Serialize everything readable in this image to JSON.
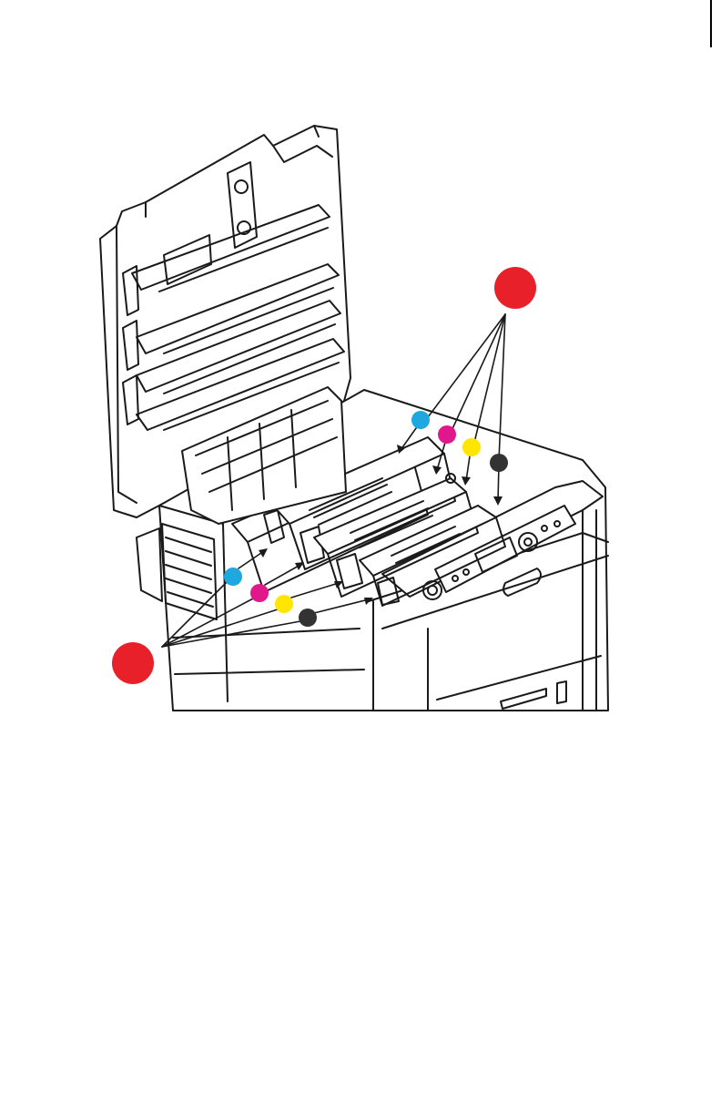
{
  "figure": {
    "subject": "printer-with-open-top-cover",
    "colors": {
      "callout_red": "#e8202a",
      "cyan": "#1fa7e0",
      "magenta": "#e0188c",
      "yellow": "#ffe500",
      "black": "#333333",
      "line": "#1a1a1a"
    },
    "callouts": [
      {
        "id": "callout-1",
        "icon": "red-callout-dot"
      },
      {
        "id": "callout-2",
        "icon": "red-callout-dot"
      }
    ],
    "markers_upper": [
      {
        "color_name": "cyan"
      },
      {
        "color_name": "magenta"
      },
      {
        "color_name": "yellow"
      },
      {
        "color_name": "black"
      }
    ],
    "markers_lower": [
      {
        "color_name": "cyan"
      },
      {
        "color_name": "magenta"
      },
      {
        "color_name": "yellow"
      },
      {
        "color_name": "black"
      }
    ]
  }
}
